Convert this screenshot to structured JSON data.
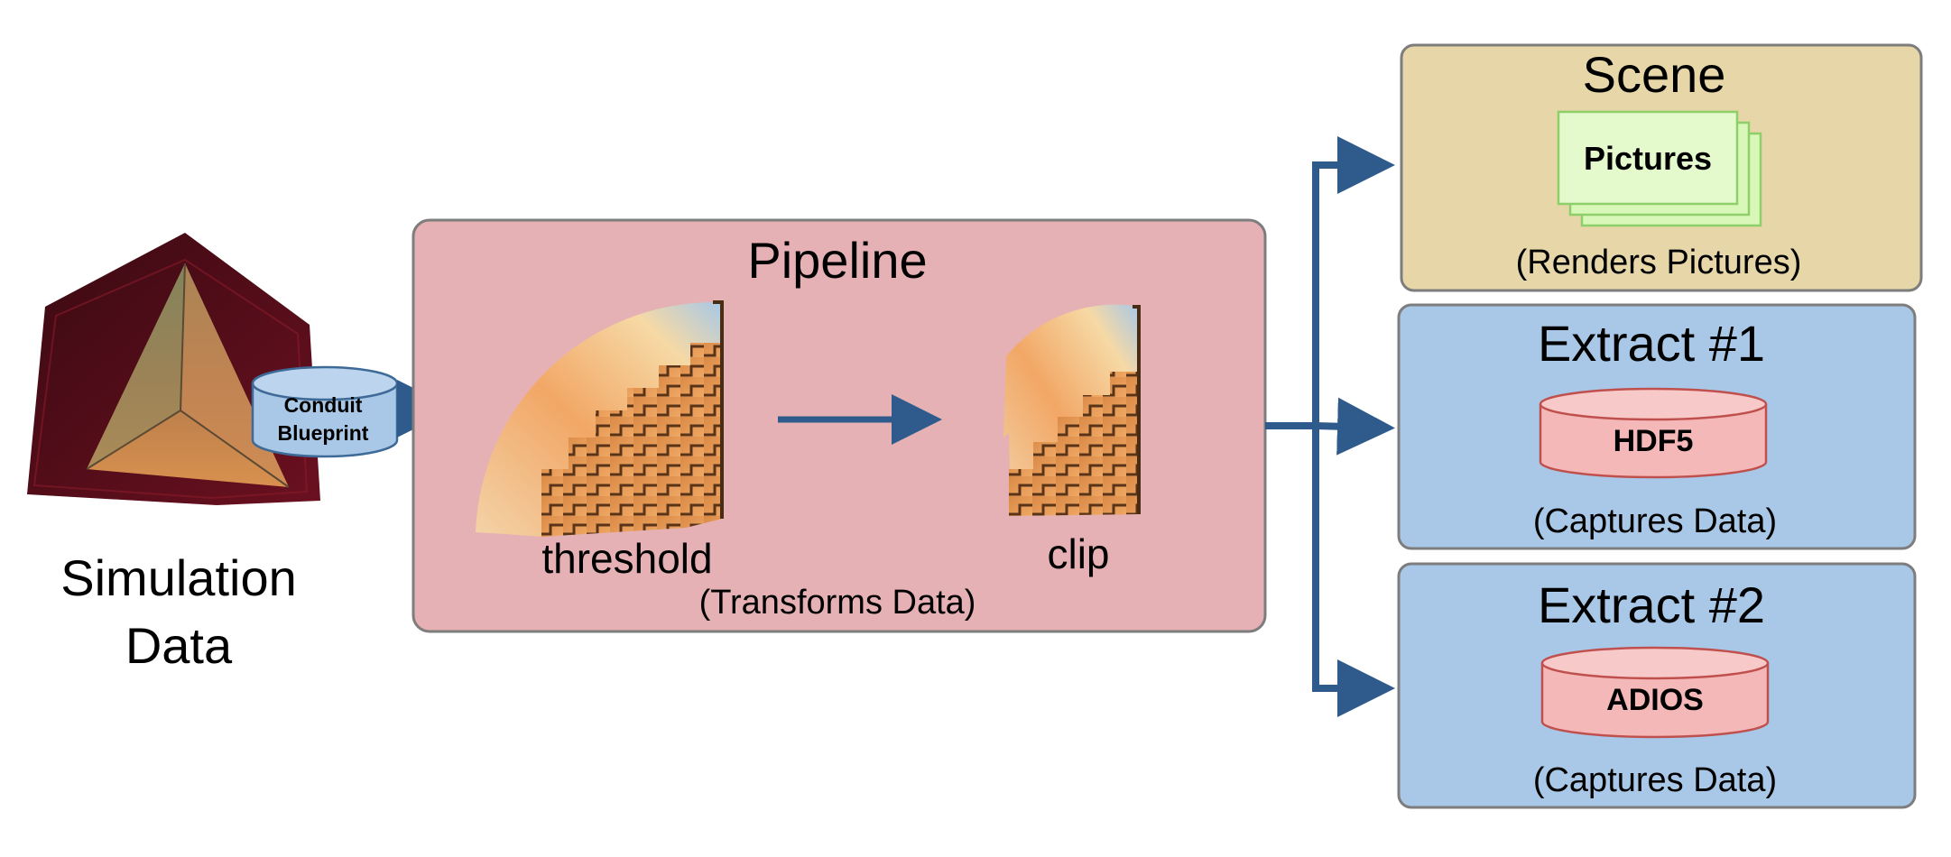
{
  "simulation": {
    "label_line1": "Simulation",
    "label_line2": "Data",
    "db_line1": "Conduit",
    "db_line2": "Blueprint"
  },
  "pipeline": {
    "title": "Pipeline",
    "filter1": "threshold",
    "filter2": "clip",
    "caption": "(Transforms Data)"
  },
  "scene": {
    "title": "Scene",
    "item": "Pictures",
    "caption": "(Renders Pictures)"
  },
  "extract1": {
    "title": "Extract #1",
    "item": "HDF5",
    "caption": "(Captures Data)"
  },
  "extract2": {
    "title": "Extract #2",
    "item": "ADIOS",
    "caption": "(Captures Data)"
  },
  "colors": {
    "pipeline_fill": "#e5b1b4",
    "scene_fill": "#e6d6a8",
    "extract_fill": "#a9c7e6",
    "arrow": "#2f5b8c",
    "db_blue": "#a9c7e6",
    "db_red": "#f4b8b8",
    "pictures_green": "#d9f7b8"
  }
}
